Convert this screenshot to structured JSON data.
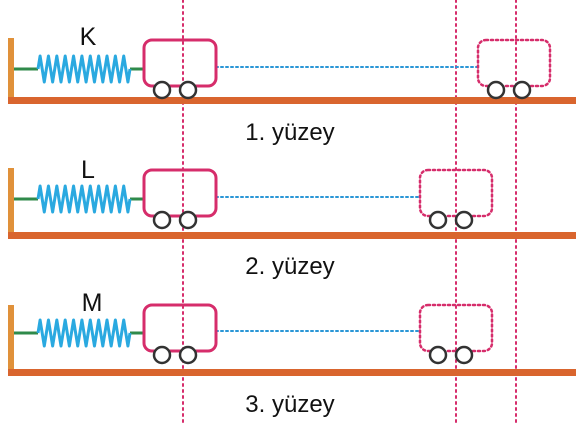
{
  "colors": {
    "surface": "#d9652e",
    "wall": "#e0913a",
    "spring": "#2aa9e0",
    "spring_end": "#2f8a4a",
    "cart_outline": "#d62d6b",
    "wheel": "#333333",
    "dotted_link": "#2a96d6",
    "vertical_guides": "#d62d6b"
  },
  "icons": {
    "spring": "coil-spring-icon",
    "cart": "wheeled-cart-icon",
    "wall": "wall-icon"
  },
  "rows": [
    {
      "spring_label": "K",
      "surface_label": "1. yüzey"
    },
    {
      "spring_label": "L",
      "surface_label": "2. yüzey"
    },
    {
      "spring_label": "M",
      "surface_label": "3. yüzey"
    }
  ]
}
